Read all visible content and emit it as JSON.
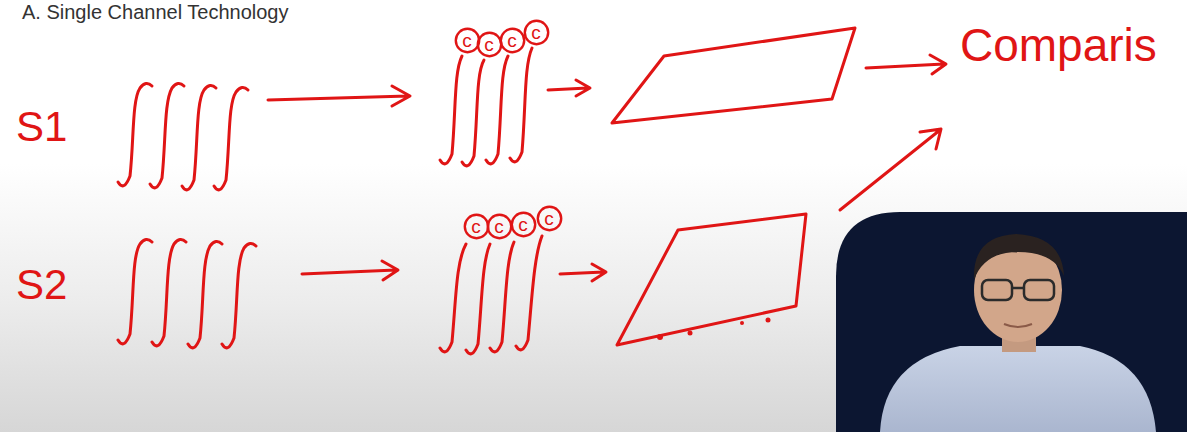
{
  "diagram": {
    "title": "A. Single Channel Technology",
    "nodes": [
      {
        "text": [
          "c"
        ]
      },
      {
        "text": [
          "c"
        ]
      },
      {
        "text": [
          "c"
        ]
      },
      {
        "text": [
          "c"
        ]
      },
      {
        "text": [
          "c"
        ]
      },
      {
        "text": [
          "c"
        ]
      },
      {
        "text": [
          "c"
        ]
      },
      {
        "text": [
          "c"
        ]
      }
    ],
    "labels": [
      "S1",
      "S2",
      "Comparis"
    ]
  }
}
